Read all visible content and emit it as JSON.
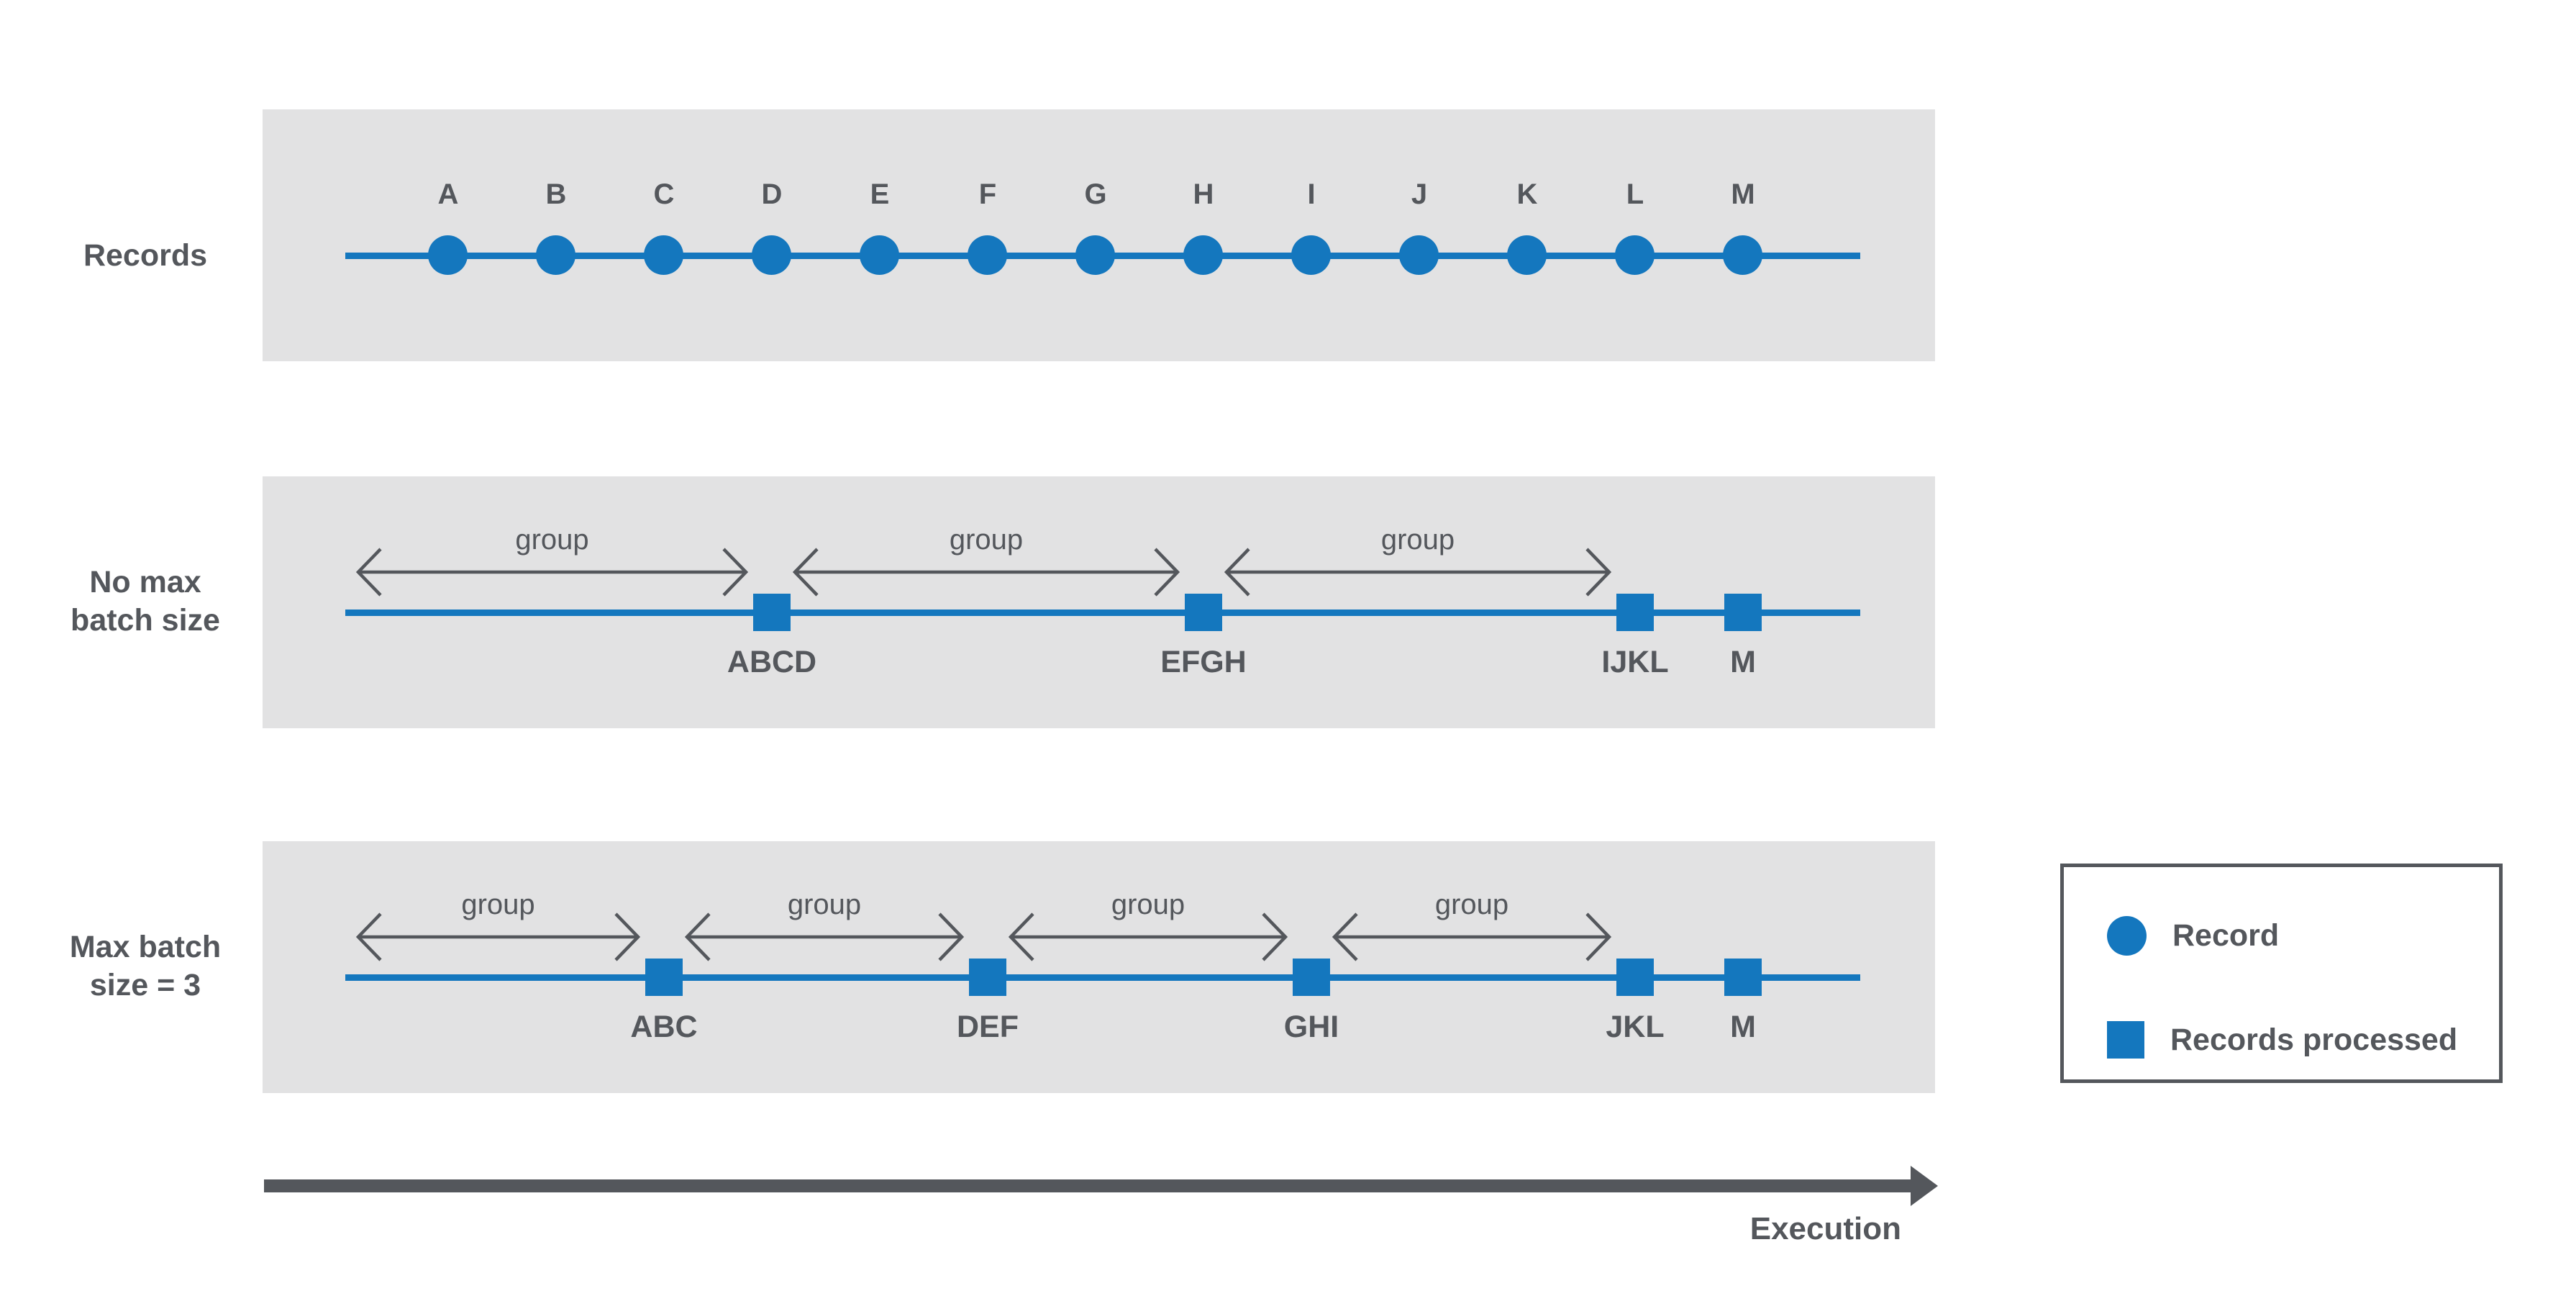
{
  "colors": {
    "accent_blue": "#1477BE",
    "band_gray": "#E2E2E3",
    "ink_gray": "#54575C"
  },
  "records": [
    "A",
    "B",
    "C",
    "D",
    "E",
    "F",
    "G",
    "H",
    "I",
    "J",
    "K",
    "L",
    "M"
  ],
  "bands": [
    {
      "id": "records",
      "type": "records",
      "label_lines": [
        "Records"
      ]
    },
    {
      "id": "no-max-batch-size",
      "type": "batches",
      "label_lines": [
        "No max",
        "batch size"
      ],
      "batches": [
        {
          "label": "ABCD",
          "end_index": 3,
          "group_label": "group"
        },
        {
          "label": "EFGH",
          "end_index": 7,
          "group_label": "group"
        },
        {
          "label": "IJKL",
          "end_index": 11,
          "group_label": "group"
        },
        {
          "label": "M",
          "end_index": 12,
          "group_label": null
        }
      ]
    },
    {
      "id": "max-batch-size-3",
      "type": "batches",
      "label_lines": [
        "Max batch",
        "size = 3"
      ],
      "batches": [
        {
          "label": "ABC",
          "end_index": 2,
          "group_label": "group"
        },
        {
          "label": "DEF",
          "end_index": 5,
          "group_label": "group"
        },
        {
          "label": "GHI",
          "end_index": 8,
          "group_label": "group"
        },
        {
          "label": "JKL",
          "end_index": 11,
          "group_label": "group"
        },
        {
          "label": "M",
          "end_index": 12,
          "group_label": null
        }
      ]
    }
  ],
  "execution": {
    "label": "Execution"
  },
  "legend": {
    "items": [
      {
        "shape": "circle",
        "label": "Record"
      },
      {
        "shape": "square",
        "label": "Records processed"
      }
    ]
  }
}
